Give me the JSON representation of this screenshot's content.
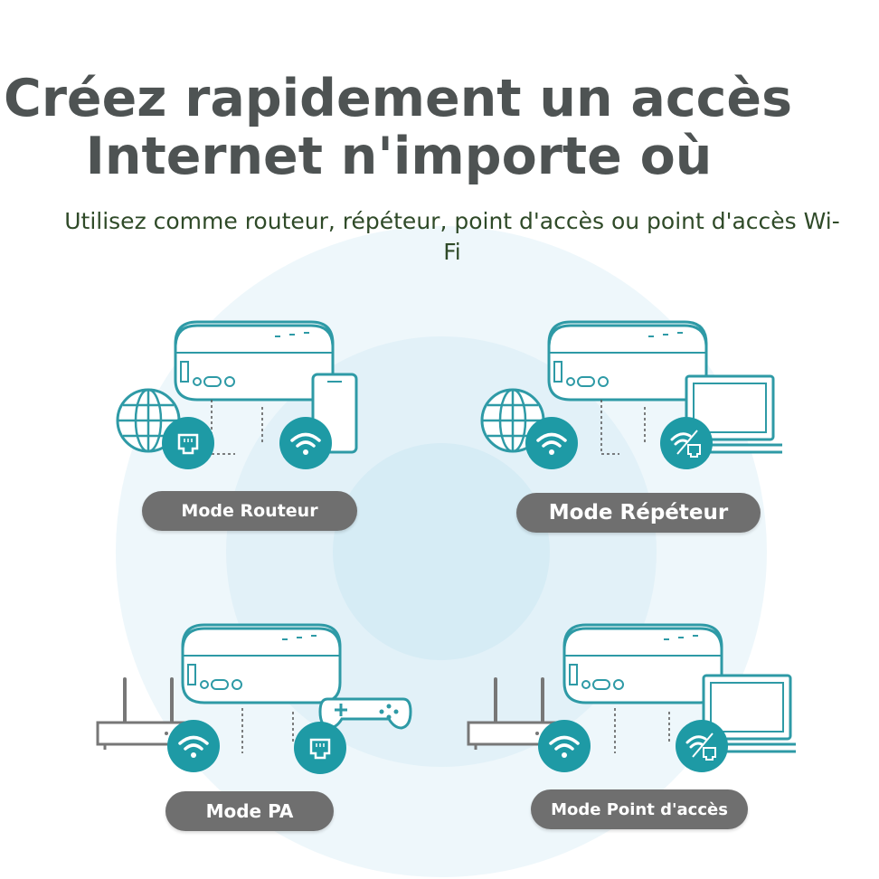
{
  "title": {
    "line1": "Créez rapidement un accès",
    "line2": "Internet n'importe où"
  },
  "subtitle": "Utilisez comme routeur, répéteur, point d'accès ou point d'accès Wi-Fi",
  "modes": [
    {
      "label": "Mode Routeur"
    },
    {
      "label": "Mode Répéteur"
    },
    {
      "label": "Mode PA"
    },
    {
      "label": "Mode Point d'accès"
    }
  ],
  "colors": {
    "teal": "#1e9aa5",
    "outline": "#2e9aa6",
    "title": "#4e5353",
    "subtitle": "#2f4a28",
    "pill": "#6f6f6f",
    "halo": "#d7eef6"
  },
  "icons": [
    "globe-icon",
    "ethernet-icon",
    "wifi-icon",
    "phone-icon",
    "laptop-icon",
    "wifi-ethernet-icon",
    "gamepad-icon",
    "antenna-router-icon"
  ]
}
